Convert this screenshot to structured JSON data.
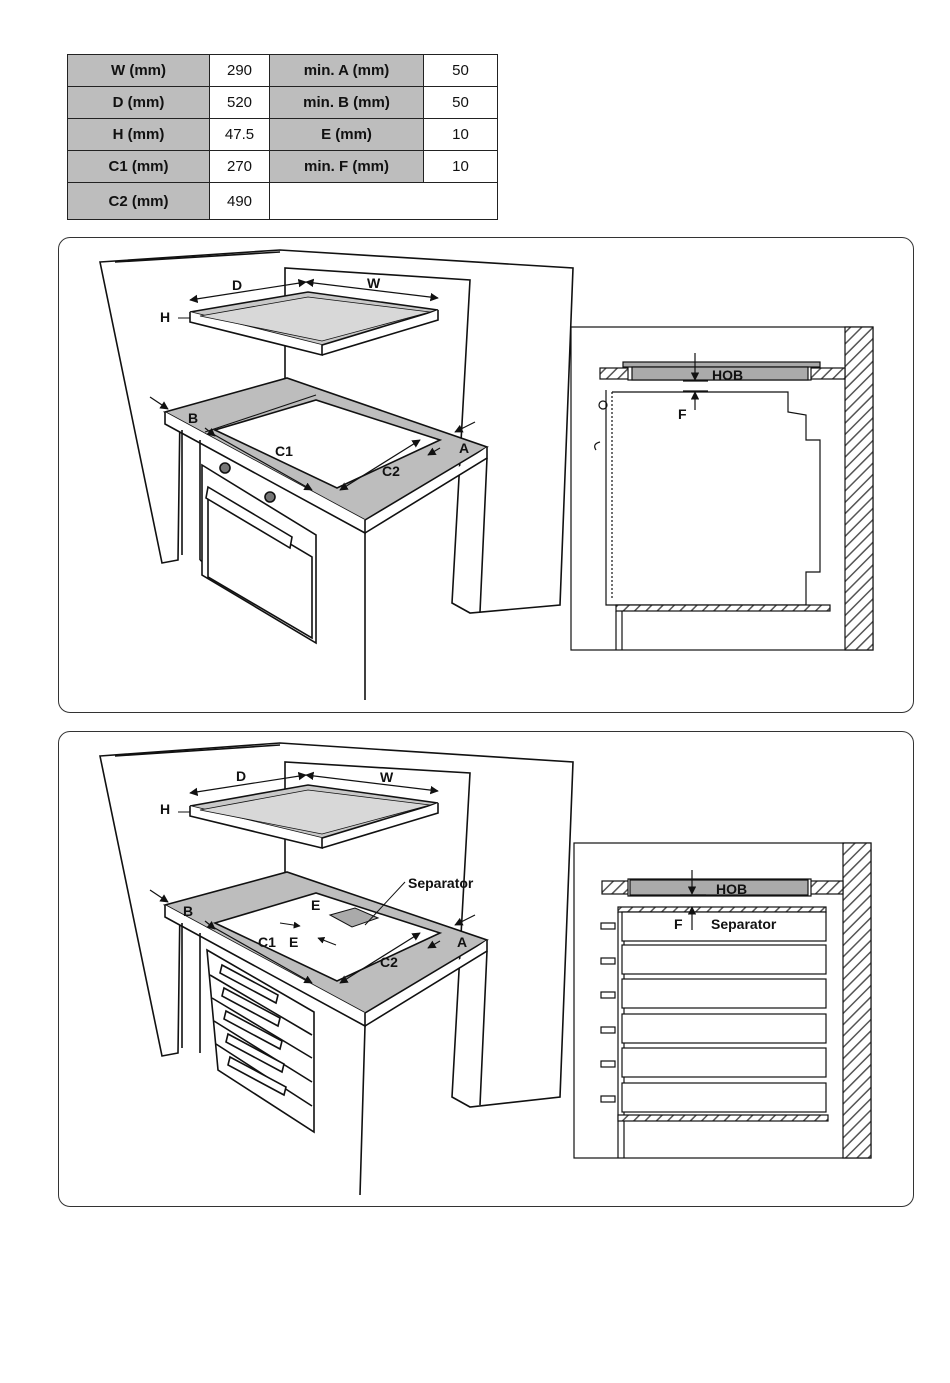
{
  "table": {
    "rows": [
      {
        "k1": "W (mm)",
        "v1": "290",
        "k2": "min. A (mm)",
        "v2": "50"
      },
      {
        "k1": "D (mm)",
        "v1": "520",
        "k2": "min. B (mm)",
        "v2": "50"
      },
      {
        "k1": "H (mm)",
        "v1": "47.5",
        "k2": "E (mm)",
        "v2": "10"
      },
      {
        "k1": "C1 (mm)",
        "v1": "270",
        "k2": "min. F (mm)",
        "v2": "10"
      },
      {
        "k1": "C2 (mm)",
        "v1": "490"
      }
    ]
  },
  "labels": {
    "D": "D",
    "W": "W",
    "H": "H",
    "A": "A",
    "B": "B",
    "C1": "C1",
    "C2": "C2",
    "E": "E",
    "F": "F",
    "hob": "HOB",
    "separator": "Separator"
  }
}
